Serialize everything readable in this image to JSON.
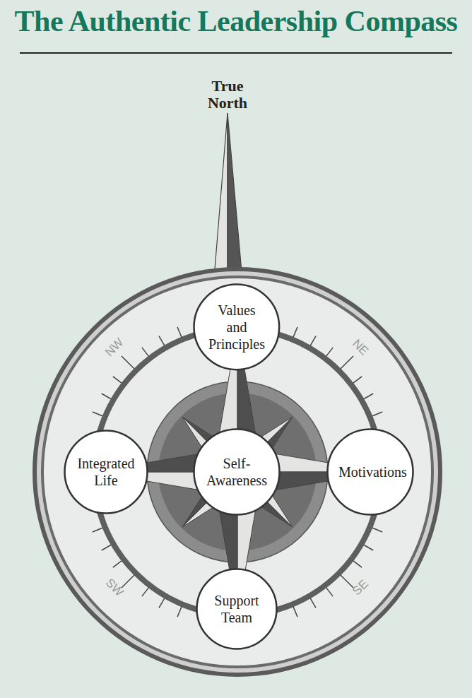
{
  "diagram": {
    "title": "The Authentic Leadership Compass",
    "nodes": [
      {
        "text": [
          "Values and Principles"
        ]
      },
      {
        "text": [
          "Integrated Life"
        ]
      },
      {
        "text": [
          "Self-Awareness"
        ]
      },
      {
        "text": [
          "Motivations"
        ]
      },
      {
        "text": [
          "Support Team"
        ]
      }
    ],
    "labels": [
      "True North",
      "NW",
      "NE",
      "SW",
      "SE"
    ]
  }
}
